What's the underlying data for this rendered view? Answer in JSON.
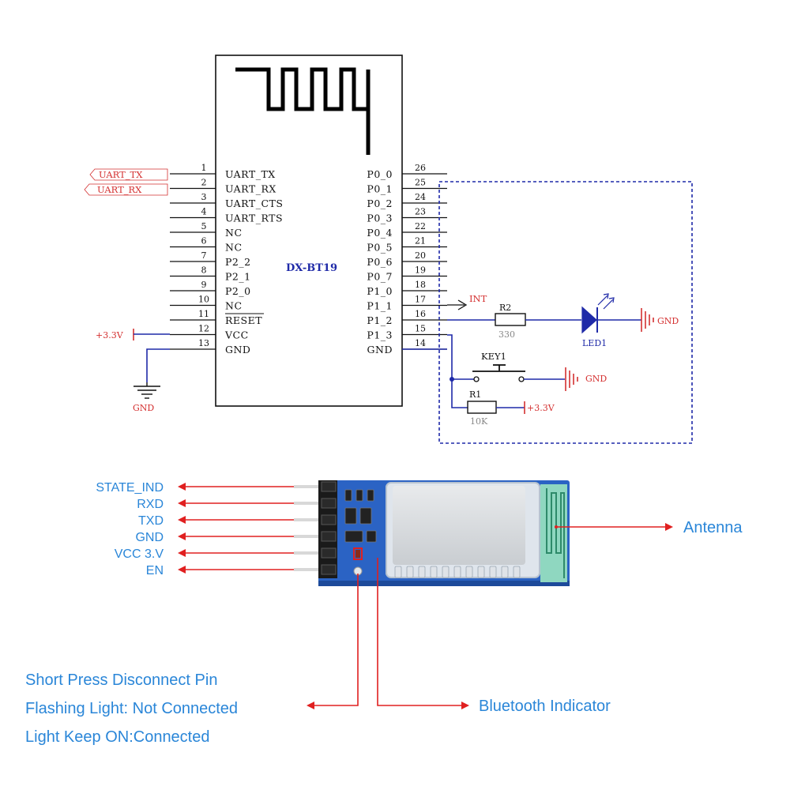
{
  "schematic": {
    "chip_name": "DX-BT19",
    "left_pins": [
      {
        "num": "1",
        "label": "UART_TX"
      },
      {
        "num": "2",
        "label": "UART_RX"
      },
      {
        "num": "3",
        "label": "UART_CTS"
      },
      {
        "num": "4",
        "label": "UART_RTS"
      },
      {
        "num": "5",
        "label": "NC"
      },
      {
        "num": "6",
        "label": "NC"
      },
      {
        "num": "7",
        "label": "P2_2"
      },
      {
        "num": "8",
        "label": "P2_1"
      },
      {
        "num": "9",
        "label": "P2_0"
      },
      {
        "num": "10",
        "label": "NC"
      },
      {
        "num": "11",
        "label": "RESET"
      },
      {
        "num": "12",
        "label": "VCC"
      },
      {
        "num": "13",
        "label": "GND"
      }
    ],
    "right_pins": [
      {
        "num": "26",
        "label": "P0_0"
      },
      {
        "num": "25",
        "label": "P0_1"
      },
      {
        "num": "24",
        "label": "P0_2"
      },
      {
        "num": "23",
        "label": "P0_3"
      },
      {
        "num": "22",
        "label": "P0_4"
      },
      {
        "num": "21",
        "label": "P0_5"
      },
      {
        "num": "20",
        "label": "P0_6"
      },
      {
        "num": "19",
        "label": "P0_7"
      },
      {
        "num": "18",
        "label": "P1_0"
      },
      {
        "num": "17",
        "label": "P1_1"
      },
      {
        "num": "16",
        "label": "P1_2"
      },
      {
        "num": "15",
        "label": "P1_3"
      },
      {
        "num": "14",
        "label": "GND"
      }
    ],
    "net_uart_tx": "UART_TX",
    "net_uart_rx": "UART_RX",
    "vcc_left": "+3.3V",
    "gnd_left": "GND",
    "int_label": "INT",
    "r2_name": "R2",
    "r2_value": "330",
    "led_name": "LED1",
    "gnd_led": "GND",
    "key_name": "KEY1",
    "gnd_key": "GND",
    "r1_name": "R1",
    "r1_value": "10K",
    "vcc_r1": "+3.3V",
    "colors": {
      "wire": "#1f2aa8",
      "net_red": "#d43030",
      "frame": "#1f2aa8"
    }
  },
  "module": {
    "pins": [
      "STATE_IND",
      "RXD",
      "TXD",
      "GND",
      "VCC 3.V",
      "EN"
    ],
    "antenna_label": "Antenna",
    "indicator_label": "Bluetooth Indicator",
    "notes": [
      "Short Press Disconnect Pin",
      "Flashing Light: Not Connected",
      "Light Keep ON:Connected"
    ],
    "colors": {
      "arrow": "#e02020",
      "text": "#2a86d8",
      "pcb": "#2b63c4"
    }
  }
}
